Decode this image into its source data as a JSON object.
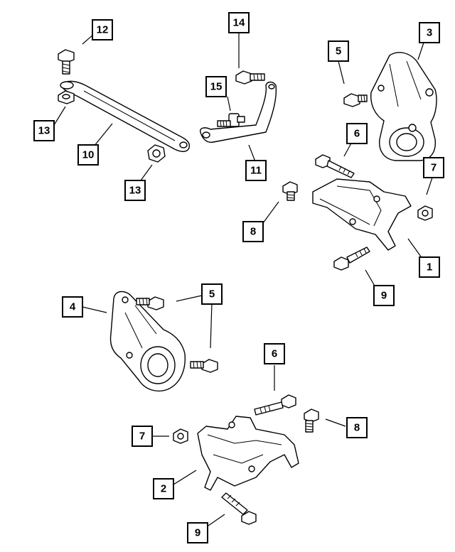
{
  "diagram": {
    "callouts": [
      {
        "id": "c12a",
        "label": "12"
      },
      {
        "id": "c14",
        "label": "14"
      },
      {
        "id": "c3",
        "label": "3"
      },
      {
        "id": "c5a",
        "label": "5"
      },
      {
        "id": "c15",
        "label": "15"
      },
      {
        "id": "c13a",
        "label": "13"
      },
      {
        "id": "c10",
        "label": "10"
      },
      {
        "id": "c6a",
        "label": "6"
      },
      {
        "id": "c11",
        "label": "11"
      },
      {
        "id": "c7a",
        "label": "7"
      },
      {
        "id": "c13b",
        "label": "13"
      },
      {
        "id": "c8a",
        "label": "8"
      },
      {
        "id": "c1",
        "label": "1"
      },
      {
        "id": "c9a",
        "label": "9"
      },
      {
        "id": "c4",
        "label": "4"
      },
      {
        "id": "c5b",
        "label": "5"
      },
      {
        "id": "c6b",
        "label": "6"
      },
      {
        "id": "c7b",
        "label": "7"
      },
      {
        "id": "c8b",
        "label": "8"
      },
      {
        "id": "c2",
        "label": "2"
      },
      {
        "id": "c9b",
        "label": "9"
      }
    ]
  }
}
